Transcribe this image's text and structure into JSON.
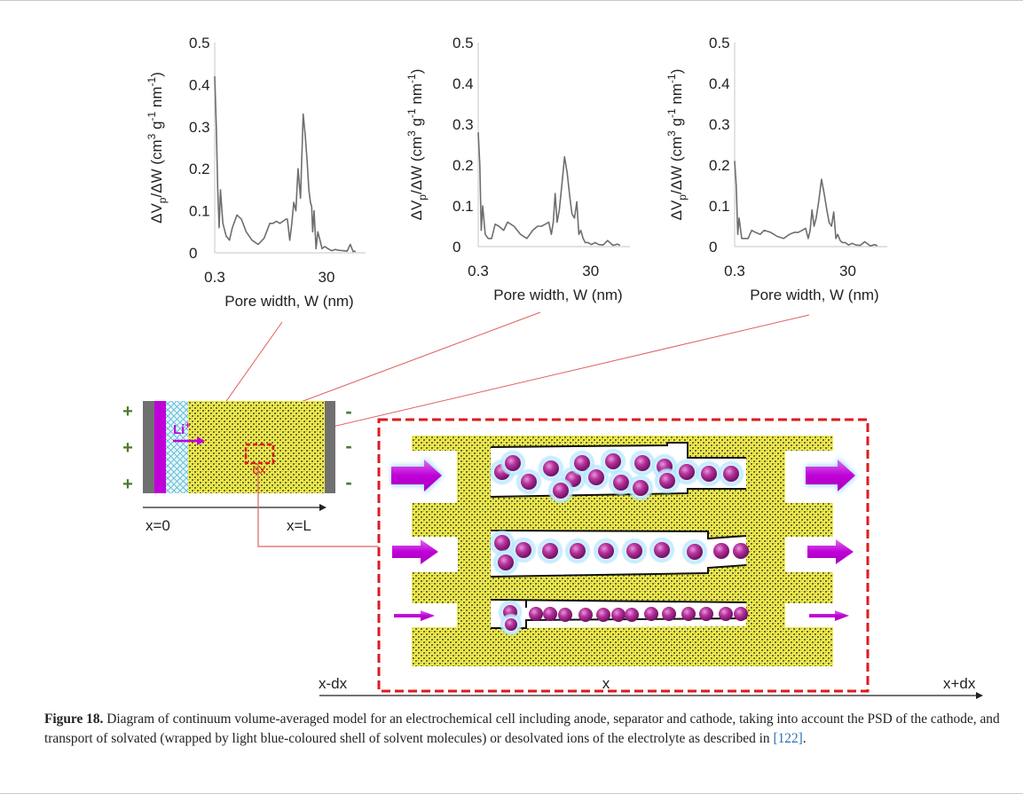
{
  "chart_data": [
    {
      "type": "line",
      "xscale": "log",
      "xlabel": "Pore width, W (nm)",
      "ylabel": "ΔVp/ΔW (cm3 g-1 nm-1)",
      "yticks": [
        "0.5",
        "0.4",
        "0.3",
        "0.2",
        "0.1",
        "0"
      ],
      "xticks": [
        "0.3",
        "30"
      ],
      "ylim": [
        0,
        0.5
      ],
      "xlim": [
        0.3,
        150
      ],
      "color": "#6e6e6e",
      "series": [
        {
          "x": [
            0.3,
            0.32,
            0.34,
            0.36,
            0.38,
            0.42,
            0.48,
            0.55,
            0.62,
            0.75,
            0.9,
            1.1,
            1.4,
            1.8,
            2.3,
            2.9,
            3.3,
            3.8,
            4.4,
            5.0,
            5.6,
            6.0,
            6.6,
            7.2,
            7.8,
            8.5,
            9.3,
            10.3,
            11.5,
            12.5,
            13.5,
            14.5,
            15.5,
            16.3,
            17,
            18,
            19.5,
            21,
            23,
            25,
            28,
            32,
            37,
            43,
            50,
            60,
            70,
            80,
            90,
            95,
            100
          ],
          "y": [
            0.42,
            0.3,
            0.15,
            0.06,
            0.15,
            0.07,
            0.04,
            0.03,
            0.06,
            0.09,
            0.08,
            0.05,
            0.03,
            0.02,
            0.035,
            0.07,
            0.07,
            0.075,
            0.07,
            0.075,
            0.08,
            0.08,
            0.03,
            0.07,
            0.12,
            0.1,
            0.2,
            0.13,
            0.33,
            0.28,
            0.22,
            0.15,
            0.12,
            0.11,
            0.05,
            0.1,
            0.01,
            0.05,
            0.03,
            0.01,
            0.015,
            0.01,
            0.005,
            0.008,
            0.006,
            0.005,
            0.004,
            0.02,
            0.003,
            0.004,
            0.003
          ]
        }
      ]
    },
    {
      "type": "line",
      "xscale": "log",
      "xlabel": "Pore width, W (nm)",
      "ylabel": "ΔVp/ΔW (cm3 g-1 nm-1)",
      "yticks": [
        "0.5",
        "0.4",
        "0.3",
        "0.2",
        "0.1",
        "0"
      ],
      "xticks": [
        "0.3",
        "30"
      ],
      "ylim": [
        0,
        0.5
      ],
      "xlim": [
        0.3,
        150
      ],
      "color": "#6e6e6e",
      "series": [
        {
          "x": [
            0.3,
            0.32,
            0.34,
            0.36,
            0.4,
            0.45,
            0.52,
            0.6,
            0.7,
            0.85,
            1.0,
            1.3,
            1.7,
            2.2,
            2.8,
            3.4,
            4.0,
            4.7,
            5.4,
            6.0,
            6.5,
            7.0,
            7.6,
            8.3,
            9.2,
            10.3,
            11.5,
            12.8,
            14,
            15.5,
            17,
            18.5,
            20,
            22,
            24,
            27,
            31,
            36,
            42,
            50,
            60,
            75,
            90,
            100
          ],
          "y": [
            0.28,
            0.2,
            0.04,
            0.1,
            0.03,
            0.02,
            0.02,
            0.055,
            0.05,
            0.04,
            0.06,
            0.05,
            0.03,
            0.02,
            0.04,
            0.05,
            0.05,
            0.055,
            0.06,
            0.03,
            0.06,
            0.13,
            0.06,
            0.09,
            0.15,
            0.22,
            0.18,
            0.12,
            0.08,
            0.07,
            0.11,
            0.03,
            0.04,
            0.02,
            0.01,
            0.01,
            0.005,
            0.01,
            0.005,
            0.004,
            0.015,
            0.003,
            0.006,
            0.003
          ]
        }
      ]
    },
    {
      "type": "line",
      "xscale": "log",
      "xlabel": "Pore width, W (nm)",
      "ylabel": "ΔVp/ΔW (cm3 g-1 nm-1)",
      "yticks": [
        "0.5",
        "0.4",
        "0.3",
        "0.2",
        "0.1",
        "0"
      ],
      "xticks": [
        "0.3",
        "30"
      ],
      "ylim": [
        0,
        0.5
      ],
      "xlim": [
        0.3,
        150
      ],
      "color": "#6e6e6e",
      "series": [
        {
          "x": [
            0.3,
            0.32,
            0.34,
            0.36,
            0.4,
            0.45,
            0.52,
            0.6,
            0.7,
            0.85,
            1.0,
            1.3,
            1.7,
            2.2,
            2.8,
            3.4,
            4.0,
            4.7,
            5.4,
            6.0,
            6.5,
            7.0,
            7.6,
            8.3,
            9.2,
            10.3,
            11.5,
            12.8,
            14,
            15.5,
            17,
            18.5,
            20,
            22,
            24,
            27,
            31,
            36,
            42,
            50,
            60,
            75,
            90,
            100
          ],
          "y": [
            0.21,
            0.15,
            0.03,
            0.07,
            0.02,
            0.02,
            0.02,
            0.04,
            0.035,
            0.03,
            0.04,
            0.035,
            0.025,
            0.02,
            0.03,
            0.035,
            0.035,
            0.04,
            0.045,
            0.02,
            0.04,
            0.09,
            0.05,
            0.07,
            0.11,
            0.165,
            0.13,
            0.09,
            0.06,
            0.05,
            0.085,
            0.02,
            0.03,
            0.015,
            0.01,
            0.01,
            0.004,
            0.008,
            0.004,
            0.003,
            0.012,
            0.002,
            0.005,
            0.002
          ]
        }
      ]
    }
  ],
  "cell": {
    "plus": "+",
    "minus": "-",
    "li_label": "Li",
    "li_sup": "+",
    "dx_label": "dx",
    "x0_label": "x=0",
    "xL_label": "x=L"
  },
  "zoom": {
    "x_minus_dx": "x-dx",
    "x": "x",
    "x_plus_dx": "x+dx"
  },
  "colors": {
    "anode": "#707070",
    "ion": "#c000d8",
    "cathode": "#f2ee4a",
    "separator": "#8fd8ec",
    "dashed_box": "#e0191d",
    "leader_line": "#e06060",
    "plus_minus": "#4d7a2a",
    "ion_sphere": "#b7329e",
    "solvent_shell": "#aee6ff"
  },
  "caption": {
    "label": "Figure 18.",
    "text": " Diagram of continuum volume-averaged model for an electrochemical cell including anode, separator and cathode, taking into account the PSD of the cathode, and transport of solvated (wrapped by light blue-coloured shell of solvent molecules) or desolvated ions of the electrolyte as described in ",
    "ref": "[122]",
    "end": "."
  }
}
